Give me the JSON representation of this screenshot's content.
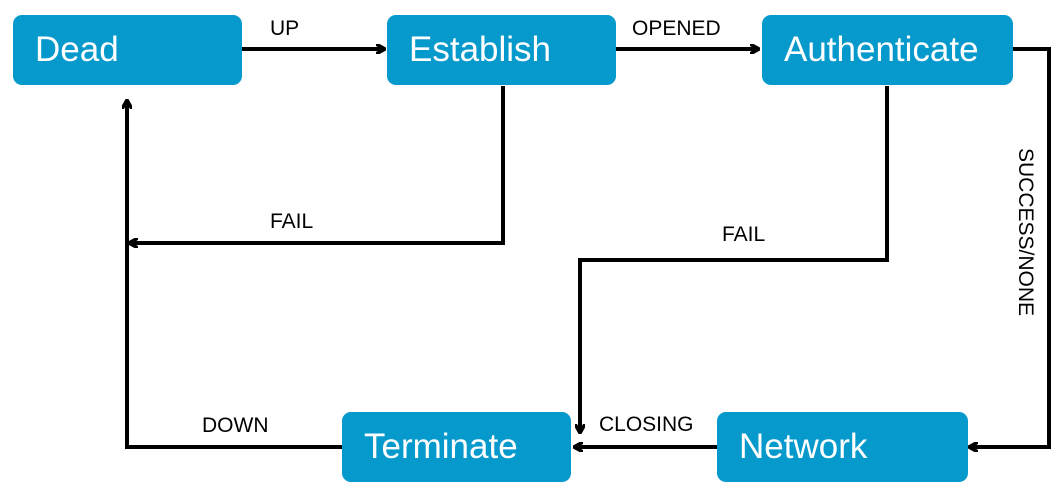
{
  "states": {
    "dead": "Dead",
    "establish": "Establish",
    "authenticate": "Authenticate",
    "network": "Network",
    "terminate": "Terminate"
  },
  "transitions": {
    "up": "UP",
    "opened": "OPENED",
    "success_none": "SUCCESS/NONE",
    "fail_establish": "FAIL",
    "fail_authenticate": "FAIL",
    "closing": "CLOSING",
    "down": "DOWN"
  },
  "colors": {
    "state_fill": "#0599cc",
    "state_text": "#ffffff",
    "arrow": "#000000"
  }
}
